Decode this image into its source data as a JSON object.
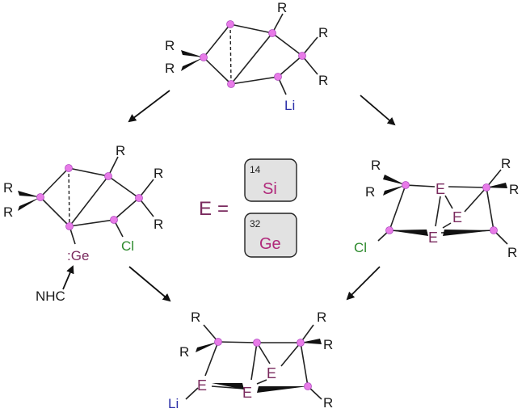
{
  "labels": {
    "R": "R",
    "Li": "Li",
    "Cl": "Cl",
    "E": "E",
    "Ge_lone_pair": ":Ge",
    "NHC": "NHC"
  },
  "legend": {
    "symbol": "E",
    "equals": "=",
    "elements": [
      {
        "number": "14",
        "symbol": "Si"
      },
      {
        "number": "32",
        "symbol": "Ge"
      }
    ]
  },
  "colors": {
    "atom": "#e87be8",
    "element_symbol": "#7a2a5e",
    "lithium": "#2b2fa8",
    "chlorine": "#2d8a2d",
    "tile_symbol": "#b0287a"
  }
}
